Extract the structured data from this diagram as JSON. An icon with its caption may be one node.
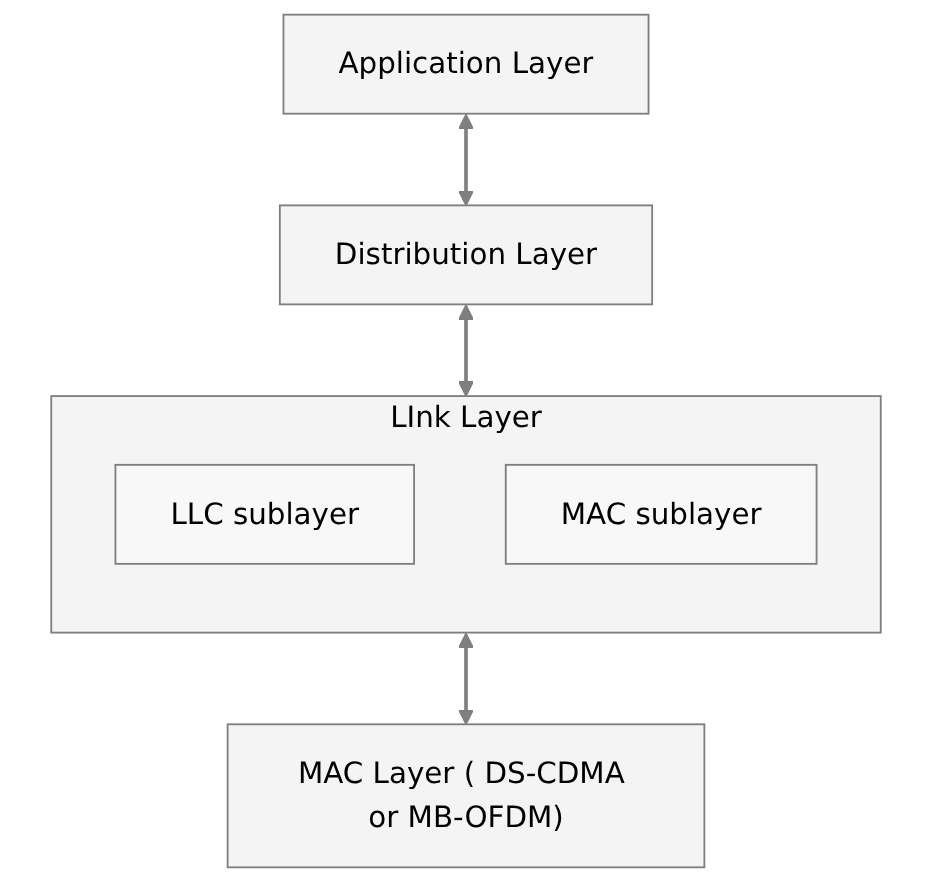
{
  "diagram": {
    "nodes": [
      {
        "text": [
          "Application Layer"
        ]
      },
      {
        "text": [
          "Distribution Layer"
        ]
      },
      {
        "text": [
          "LInk Layer"
        ]
      },
      {
        "text": [
          "LLC sublayer"
        ],
        "in": 2
      },
      {
        "text": [
          "MAC sublayer"
        ],
        "in": 2
      },
      {
        "text": [
          "MAC Layer ( DS-CDMA or MB-OFDM)"
        ]
      }
    ],
    "edges": [
      {
        "from": 0,
        "to": 1,
        "arrow": "both"
      },
      {
        "from": 1,
        "to": 2,
        "arrow": "both"
      },
      {
        "from": 2,
        "to": 5,
        "arrow": "both"
      }
    ]
  }
}
